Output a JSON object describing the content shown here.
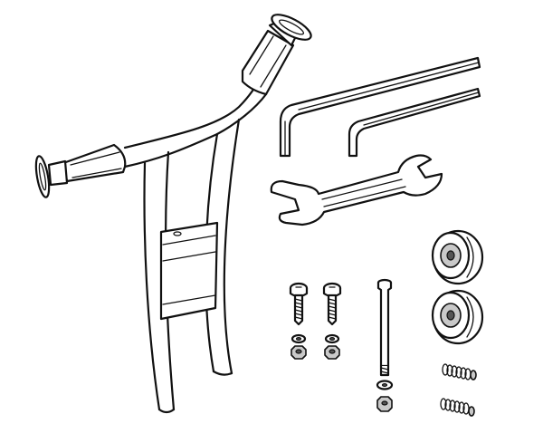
{
  "diagram": {
    "parts": [
      "handlebar-frame",
      "grip-left",
      "grip-right",
      "cross-brace",
      "allen-key-large",
      "allen-key-small",
      "wrench",
      "bolt",
      "bolt",
      "nut",
      "nut",
      "threaded-axle",
      "washer",
      "nut",
      "pulley-wheel",
      "pulley-wheel",
      "spring",
      "spring"
    ],
    "colors": {
      "line": "#111111",
      "grip_fill": "#ffffff",
      "metal_fill": "#c9c9c9",
      "background": "#ffffff"
    }
  }
}
